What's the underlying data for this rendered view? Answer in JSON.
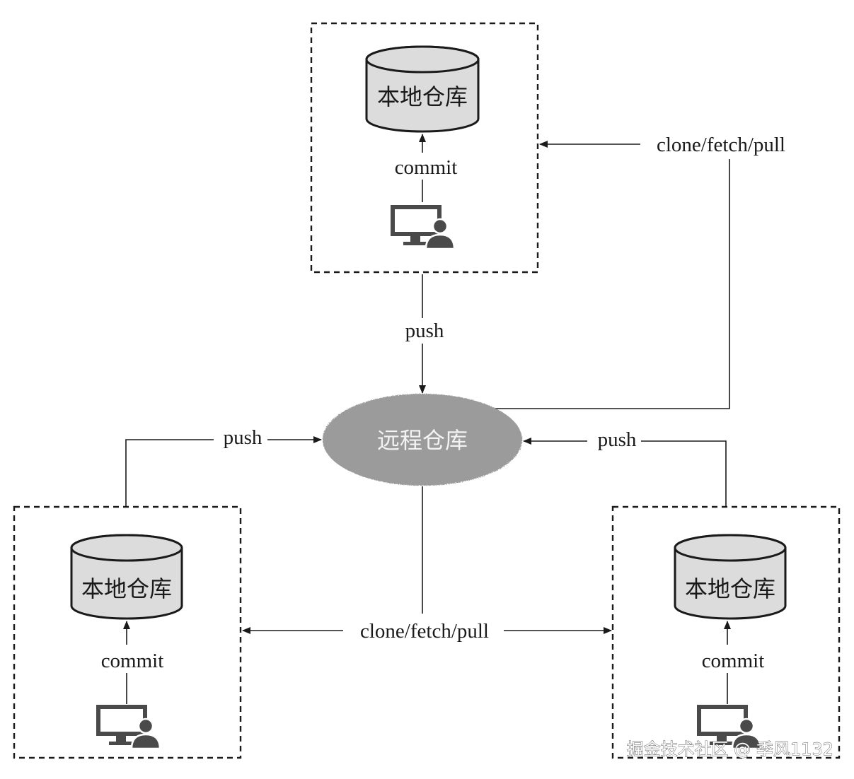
{
  "remote": {
    "label": "远程仓库",
    "fill": "#9b9b9b",
    "text_color": "#f2f2f2"
  },
  "locals": [
    {
      "id": "top",
      "repo_label": "本地仓库",
      "commit_label": "commit",
      "icon": "computer-user-icon"
    },
    {
      "id": "left",
      "repo_label": "本地仓库",
      "commit_label": "commit",
      "icon": "computer-user-icon"
    },
    {
      "id": "right",
      "repo_label": "本地仓库",
      "commit_label": "commit",
      "icon": "computer-user-icon"
    }
  ],
  "edges": {
    "top_push": "push",
    "top_sync": "clone/fetch/pull",
    "left_push": "push",
    "right_push": "push",
    "bottom_sync": "clone/fetch/pull"
  },
  "colors": {
    "line": "#1a1a1a",
    "cylinder_fill": "#dcdcdc",
    "icon": "#4a4a4a"
  },
  "watermark": "掘金技术社区 @ 季风1132"
}
